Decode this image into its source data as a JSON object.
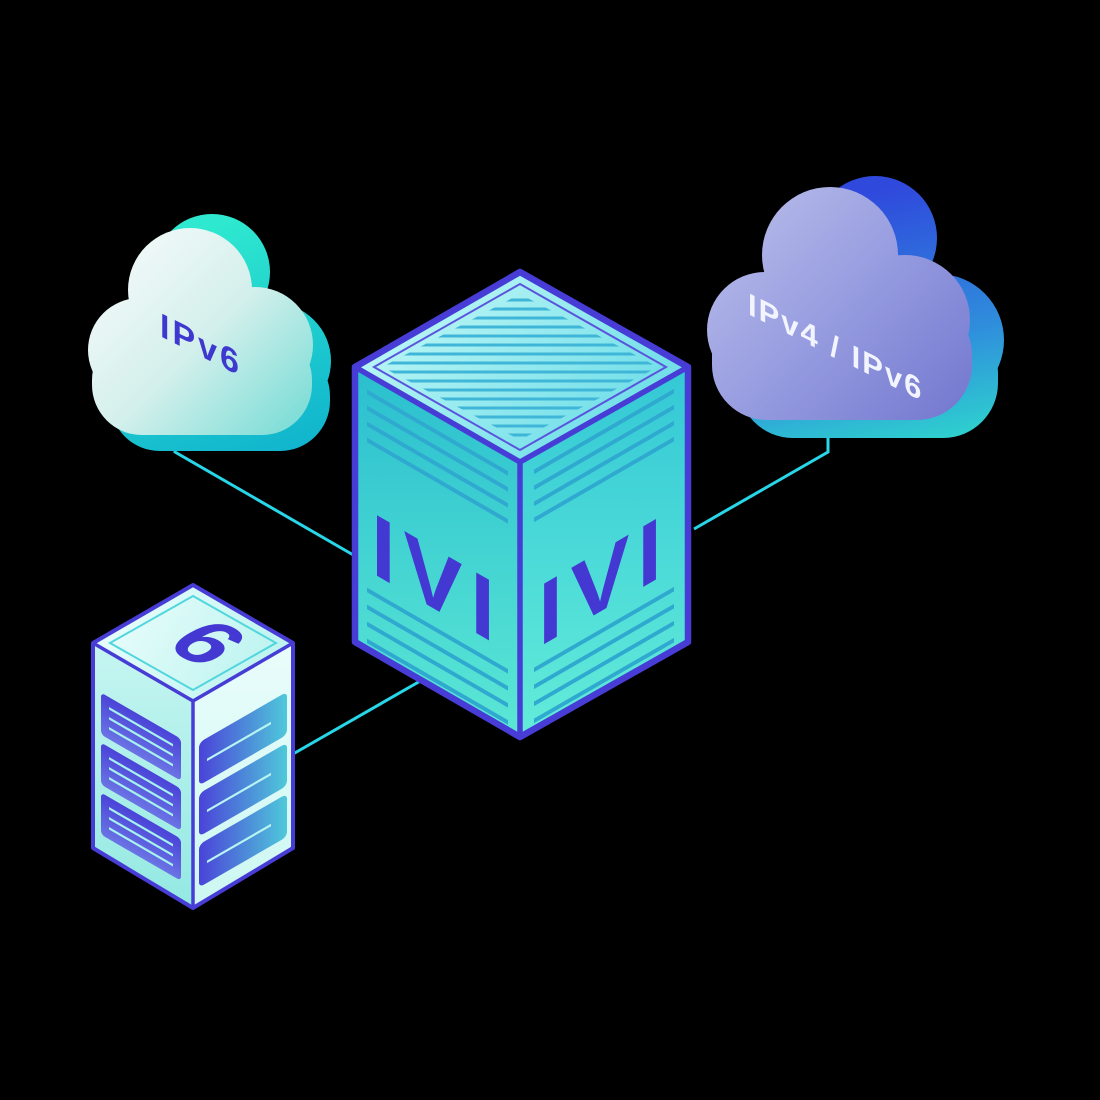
{
  "diagram": {
    "left_cloud": {
      "label": "IPv6",
      "label_color": "#3f38cf"
    },
    "right_cloud": {
      "label": "IPv4 / IPv6",
      "label_color": "#f2f5ff"
    },
    "translator": {
      "left_face_label": "IVI",
      "right_face_label": "IVI",
      "label_color": "#4338d2"
    },
    "server": {
      "label": "6",
      "label_color": "#4338d2"
    }
  },
  "palette": {
    "background": "#000000",
    "connector_cyan": "#27d6e8",
    "edge_indigo": "#473dd6",
    "teal_accent": "#2ee8cf",
    "blue_accent": "#2f49dc",
    "purple_cloud": "#979de0",
    "light_cloud": "#d4f0ec",
    "box_teal": "#3fd0d6"
  }
}
